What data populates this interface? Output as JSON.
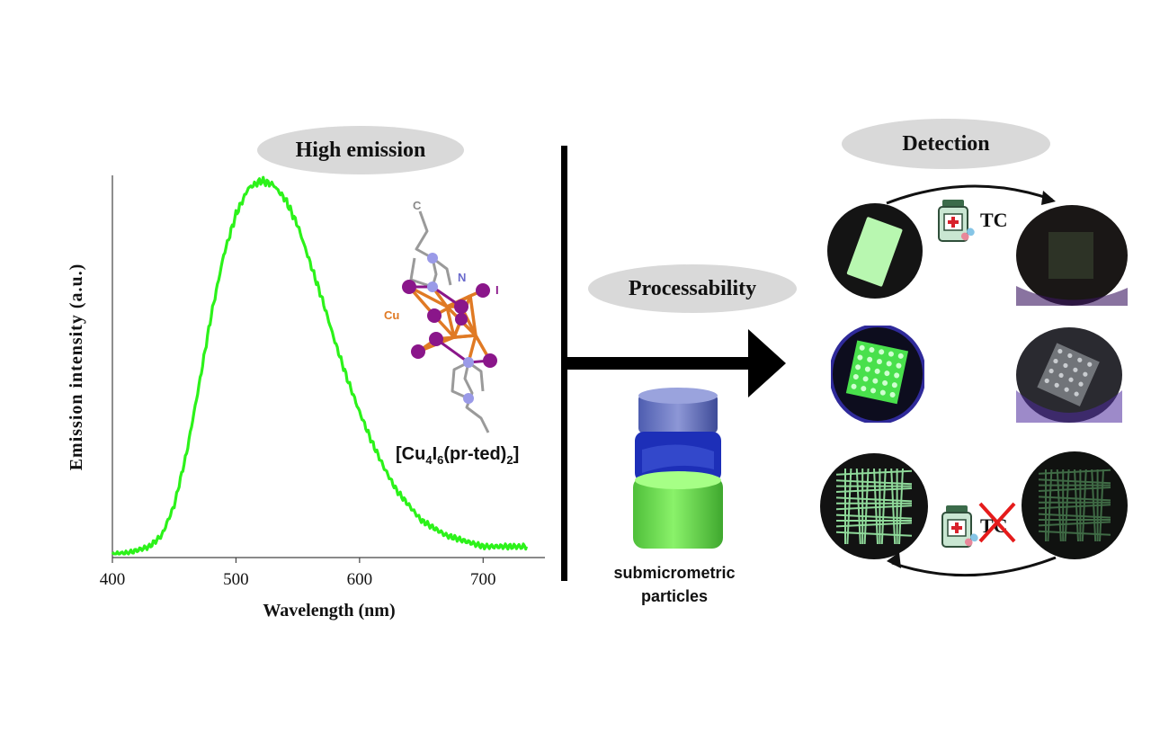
{
  "badges": {
    "emission": "High emission",
    "processability": "Processability",
    "detection": "Detection"
  },
  "molecule": {
    "atom_c": "C",
    "atom_n": "N",
    "atom_i": "I",
    "atom_cu": "Cu",
    "formula": {
      "open": "[Cu",
      "sub1": "4",
      "mid": "I",
      "sub2": "6",
      "tail": "(pr-ted)",
      "sub3": "2",
      "close": "]"
    }
  },
  "vial": {
    "caption_line1": "submicrometric",
    "caption_line2": "particles"
  },
  "detection": {
    "analyte_top": "TC",
    "analyte_bottom": "TC"
  },
  "colors": {
    "spectrum": "#2cf21a",
    "badge": "#d9d9d9",
    "arrow": "#000000",
    "cu_bond": "#e07a24",
    "iodine": "#8a168a",
    "nitrogen": "#9a9ae8"
  },
  "chart_data": {
    "type": "line",
    "xlabel": "Wavelength (nm)",
    "ylabel": "Emission intensity (a.u.)",
    "xlim": [
      400,
      750
    ],
    "ylim": [
      0,
      1
    ],
    "xticks": [
      400,
      500,
      600,
      700
    ],
    "yticks_shown": false,
    "grid": false,
    "series": [
      {
        "x": [
          400,
          410,
          420,
          430,
          440,
          450,
          460,
          470,
          480,
          490,
          500,
          510,
          520,
          530,
          540,
          550,
          560,
          570,
          580,
          590,
          600,
          610,
          620,
          630,
          640,
          650,
          660,
          670,
          680,
          690,
          700,
          710,
          720,
          730,
          735
        ],
        "y": [
          0.0,
          0.0,
          0.01,
          0.02,
          0.05,
          0.13,
          0.27,
          0.45,
          0.64,
          0.8,
          0.91,
          0.98,
          1.0,
          0.99,
          0.95,
          0.88,
          0.78,
          0.68,
          0.57,
          0.47,
          0.38,
          0.3,
          0.23,
          0.17,
          0.13,
          0.09,
          0.07,
          0.05,
          0.04,
          0.03,
          0.02,
          0.02,
          0.02,
          0.02,
          0.02
        ]
      }
    ]
  }
}
